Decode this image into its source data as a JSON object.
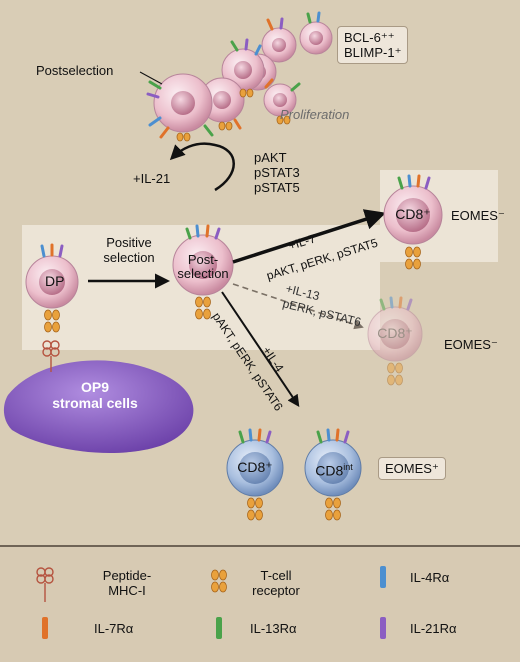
{
  "labels": {
    "postselection_top": "Postselection",
    "bcl6": "BCL-6⁺⁺",
    "blimp1": "BLIMP-1⁺",
    "proliferation": "Proliferation",
    "il21": "+IL-21",
    "pakt": "pAKT",
    "pstat3": "pSTAT3",
    "pstat5": "pSTAT5",
    "dp": "DP",
    "positive": "Positive",
    "selection": "selection",
    "post_cell_1": "Post-",
    "post_cell_2": "selection",
    "il7": "+IL-7",
    "il7_signals": "pAKT, pERK, pSTAT5",
    "cd8_top": "CD8⁺",
    "eomes_neg_1": "EOMES⁻",
    "il13": "+IL-13",
    "il13_signals": "pERK, pSTAT6",
    "cd8_faded": "CD8⁺",
    "eomes_neg_2": "EOMES⁻",
    "il4": "+IL-4",
    "il4_signals": "pAKT, pERK, pSTAT6",
    "op9_1": "OP9",
    "op9_2": "stromal cells",
    "cd8_plus": "CD8⁺",
    "cd8_int_base": "CD8",
    "cd8_int_sup": "int",
    "eomes_pos": "EOMES⁺"
  },
  "legend": {
    "peptide": [
      "Peptide-",
      "MHC-I"
    ],
    "tcr": [
      "T-cell",
      "receptor"
    ],
    "il4r": "IL-4Rα",
    "il7r": "IL-7Rα",
    "il13r": "IL-13Rα",
    "il21r": "IL-21Rα"
  },
  "colors": {
    "il4r": "#4c8fd0",
    "il7r": "#e0722a",
    "il13r": "#4aa24a",
    "il21r": "#8b5ec2"
  }
}
